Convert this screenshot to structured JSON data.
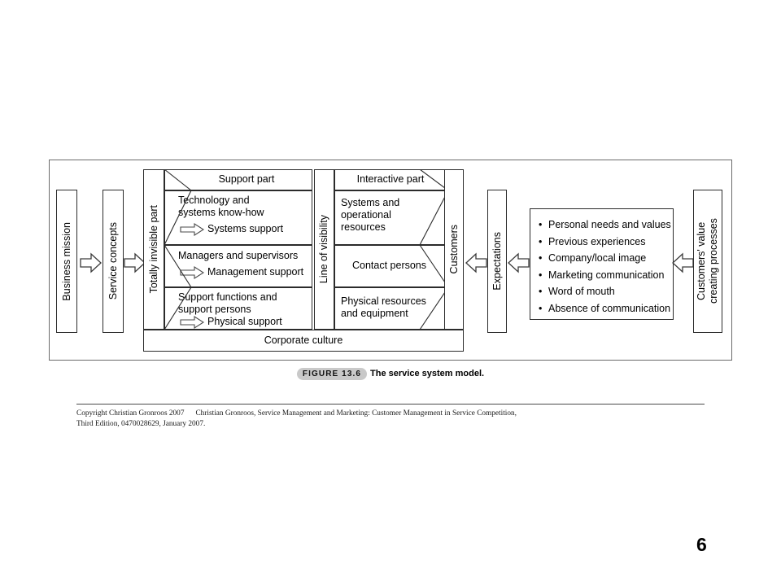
{
  "slide": {
    "page_number": "6"
  },
  "figure": {
    "caption_pill": "FIGURE 13.6",
    "caption_text": "The service system model.",
    "inputs": [
      {
        "label": "Business mission"
      },
      {
        "label": "Service concepts"
      }
    ],
    "invisible_part_label": "Totally invisible part",
    "line_of_visibility_label": "Line of visibility",
    "support_part_header": "Support part",
    "interactive_part_header": "Interactive part",
    "support_rows": [
      {
        "title_line1": "Technology and",
        "title_line2": "systems know-how",
        "arrow_label": "Systems support"
      },
      {
        "title_line1": "Managers and supervisors",
        "title_line2": "",
        "arrow_label": "Management support"
      },
      {
        "title_line1": "Support functions and",
        "title_line2": "support persons",
        "arrow_label": "Physical support"
      }
    ],
    "interactive_rows": [
      {
        "line1": "Systems and",
        "line2": "operational",
        "line3": "resources"
      },
      {
        "line1": "Contact persons",
        "line2": "",
        "line3": ""
      },
      {
        "line1": "Physical resources",
        "line2": "and equipment",
        "line3": ""
      }
    ],
    "corporate_culture_label": "Corporate culture",
    "customers_label": "Customers",
    "expectations_label": "Expectations",
    "influences": [
      "Personal needs and values",
      "Previous experiences",
      "Company/local image",
      "Marketing communication",
      "Word of mouth",
      "Absence of communication"
    ],
    "value_process_line1": "Customers' value",
    "value_process_line2": "creating processes"
  },
  "footer": {
    "copyright_line1_a": "Copyright Christian Gronroos 2007",
    "copyright_line1_b": "Christian Gronroos, Service Management and Marketing: Customer Management in Service Competition,",
    "copyright_line2": "Third Edition, 0470028629, January 2007."
  },
  "colors": {
    "frame": "#6b6b6b",
    "stroke": "#2b2b2b",
    "pill": "#c9c9c9",
    "background": "#ffffff"
  }
}
